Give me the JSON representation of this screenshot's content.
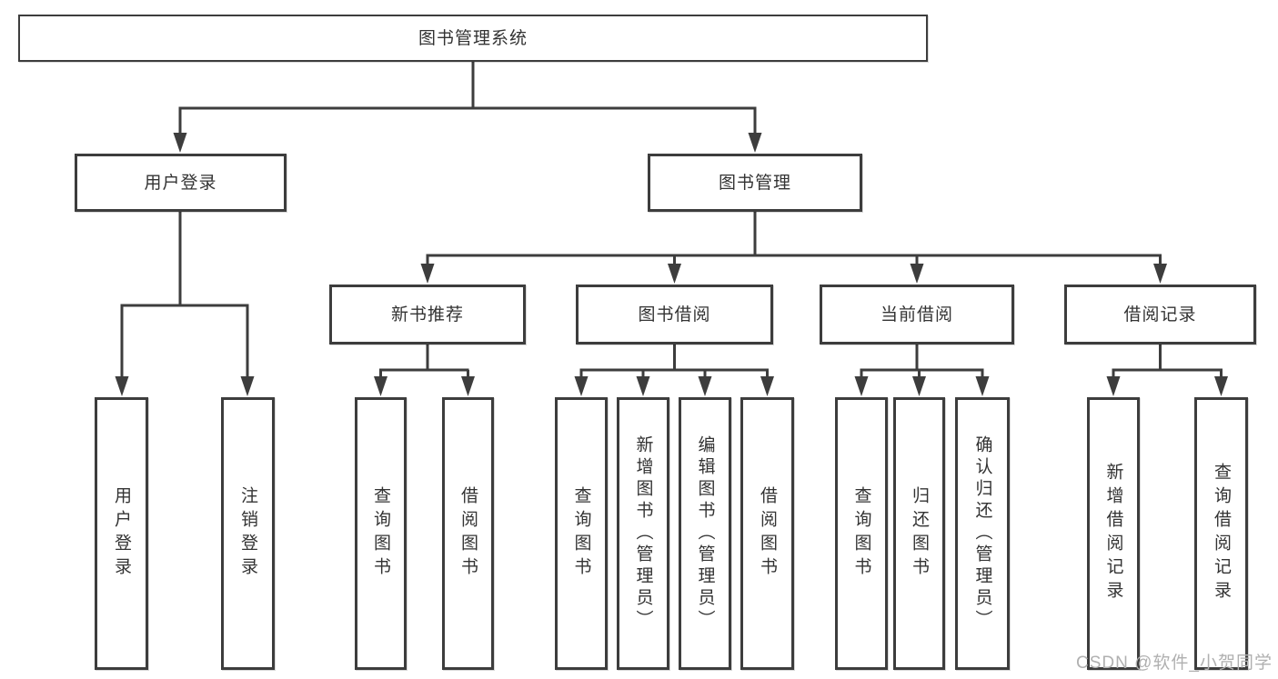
{
  "diagram": {
    "type": "tree",
    "root": {
      "label": "图书管理系统"
    },
    "level2": [
      {
        "label": "用户登录"
      },
      {
        "label": "图书管理"
      }
    ],
    "level3": [
      {
        "label": "新书推荐",
        "parent": "图书管理"
      },
      {
        "label": "图书借阅",
        "parent": "图书管理"
      },
      {
        "label": "当前借阅",
        "parent": "图书管理"
      },
      {
        "label": "借阅记录",
        "parent": "图书管理"
      }
    ],
    "leaves": [
      {
        "label": "用户登录",
        "parent": "用户登录"
      },
      {
        "label": "注销登录",
        "parent": "用户登录"
      },
      {
        "label": "查询图书",
        "parent": "新书推荐"
      },
      {
        "label": "借阅图书",
        "parent": "新书推荐"
      },
      {
        "label": "查询图书",
        "parent": "图书借阅"
      },
      {
        "label": "新增图书（管理员）",
        "parent": "图书借阅"
      },
      {
        "label": "编辑图书（管理员）",
        "parent": "图书借阅"
      },
      {
        "label": "借阅图书",
        "parent": "图书借阅"
      },
      {
        "label": "查询图书",
        "parent": "当前借阅"
      },
      {
        "label": "归还图书",
        "parent": "当前借阅"
      },
      {
        "label": "确认归还（管理员）",
        "parent": "当前借阅"
      },
      {
        "label": "新增借阅记录",
        "parent": "借阅记录"
      },
      {
        "label": "查询借阅记录",
        "parent": "借阅记录"
      }
    ]
  },
  "watermark": {
    "text": "CSDN @软件_小贺同学"
  },
  "colors": {
    "line": "#3d3d3d",
    "text": "#333333",
    "watermark": "#b0b0b0",
    "background": "#ffffff"
  }
}
